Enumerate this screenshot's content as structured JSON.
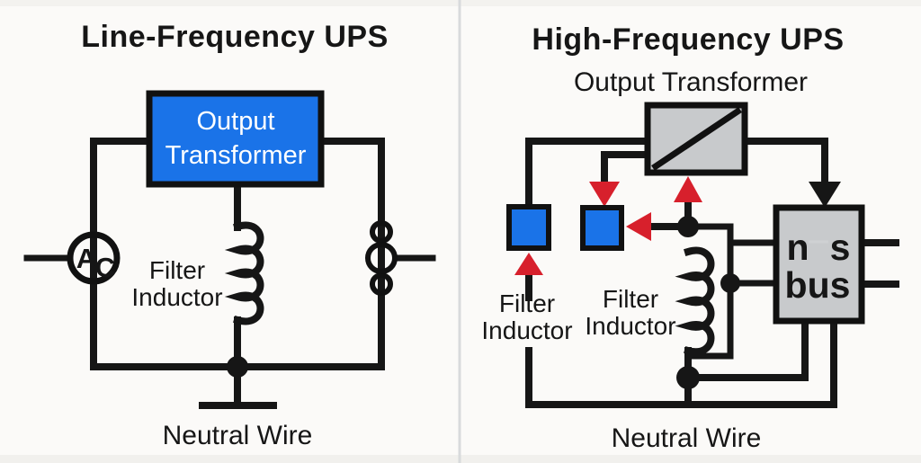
{
  "colors": {
    "background": "#fbfaf8",
    "wire_black": "#161616",
    "accent_blue": "#1a73e8",
    "accent_red": "#d7202c",
    "dark_red": "#451117",
    "component_gray": "#c8cacc",
    "divider_gray": "#d8dadc",
    "bus_dash_gray": "#cfd1d3",
    "box_text_white": "#ffffff"
  },
  "left_panel": {
    "title": "Line-Frequency UPS",
    "output_transformer_lines": [
      "Output",
      "Transformer"
    ],
    "ac_source_letters": [
      "A",
      "C"
    ],
    "filter_inductor_lines": [
      "Filter",
      "Inductor"
    ],
    "neutral_wire_label": "Neutral Wire"
  },
  "right_panel": {
    "title": "High-Frequency UPS",
    "output_transformer_label": "Output Transformer",
    "filter_inductor_left_lines": [
      "Filter",
      "Inductor"
    ],
    "filter_inductor_center_lines": [
      "Filter",
      "Inductor"
    ],
    "bus_box_labels": [
      "n",
      "s",
      "bus"
    ],
    "neutral_wire_label": "Neutral Wire"
  }
}
